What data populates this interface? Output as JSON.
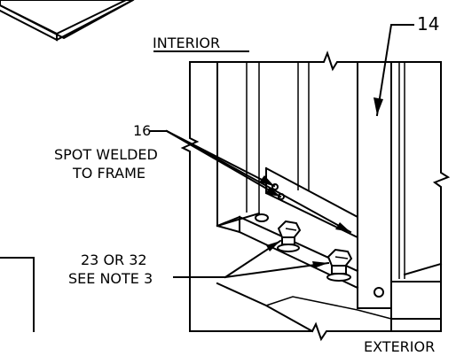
{
  "labels": {
    "interior": "INTERIOR",
    "exterior": "EXTERIOR",
    "callout_14": "14",
    "callout_16": "16",
    "spot_welded_line1": "SPOT WELDED",
    "spot_welded_line2": "TO FRAME",
    "bolt_line1": "23 OR 32",
    "bolt_line2": "SEE NOTE 3"
  },
  "colors": {
    "ink": "#000000",
    "paper": "#ffffff"
  }
}
